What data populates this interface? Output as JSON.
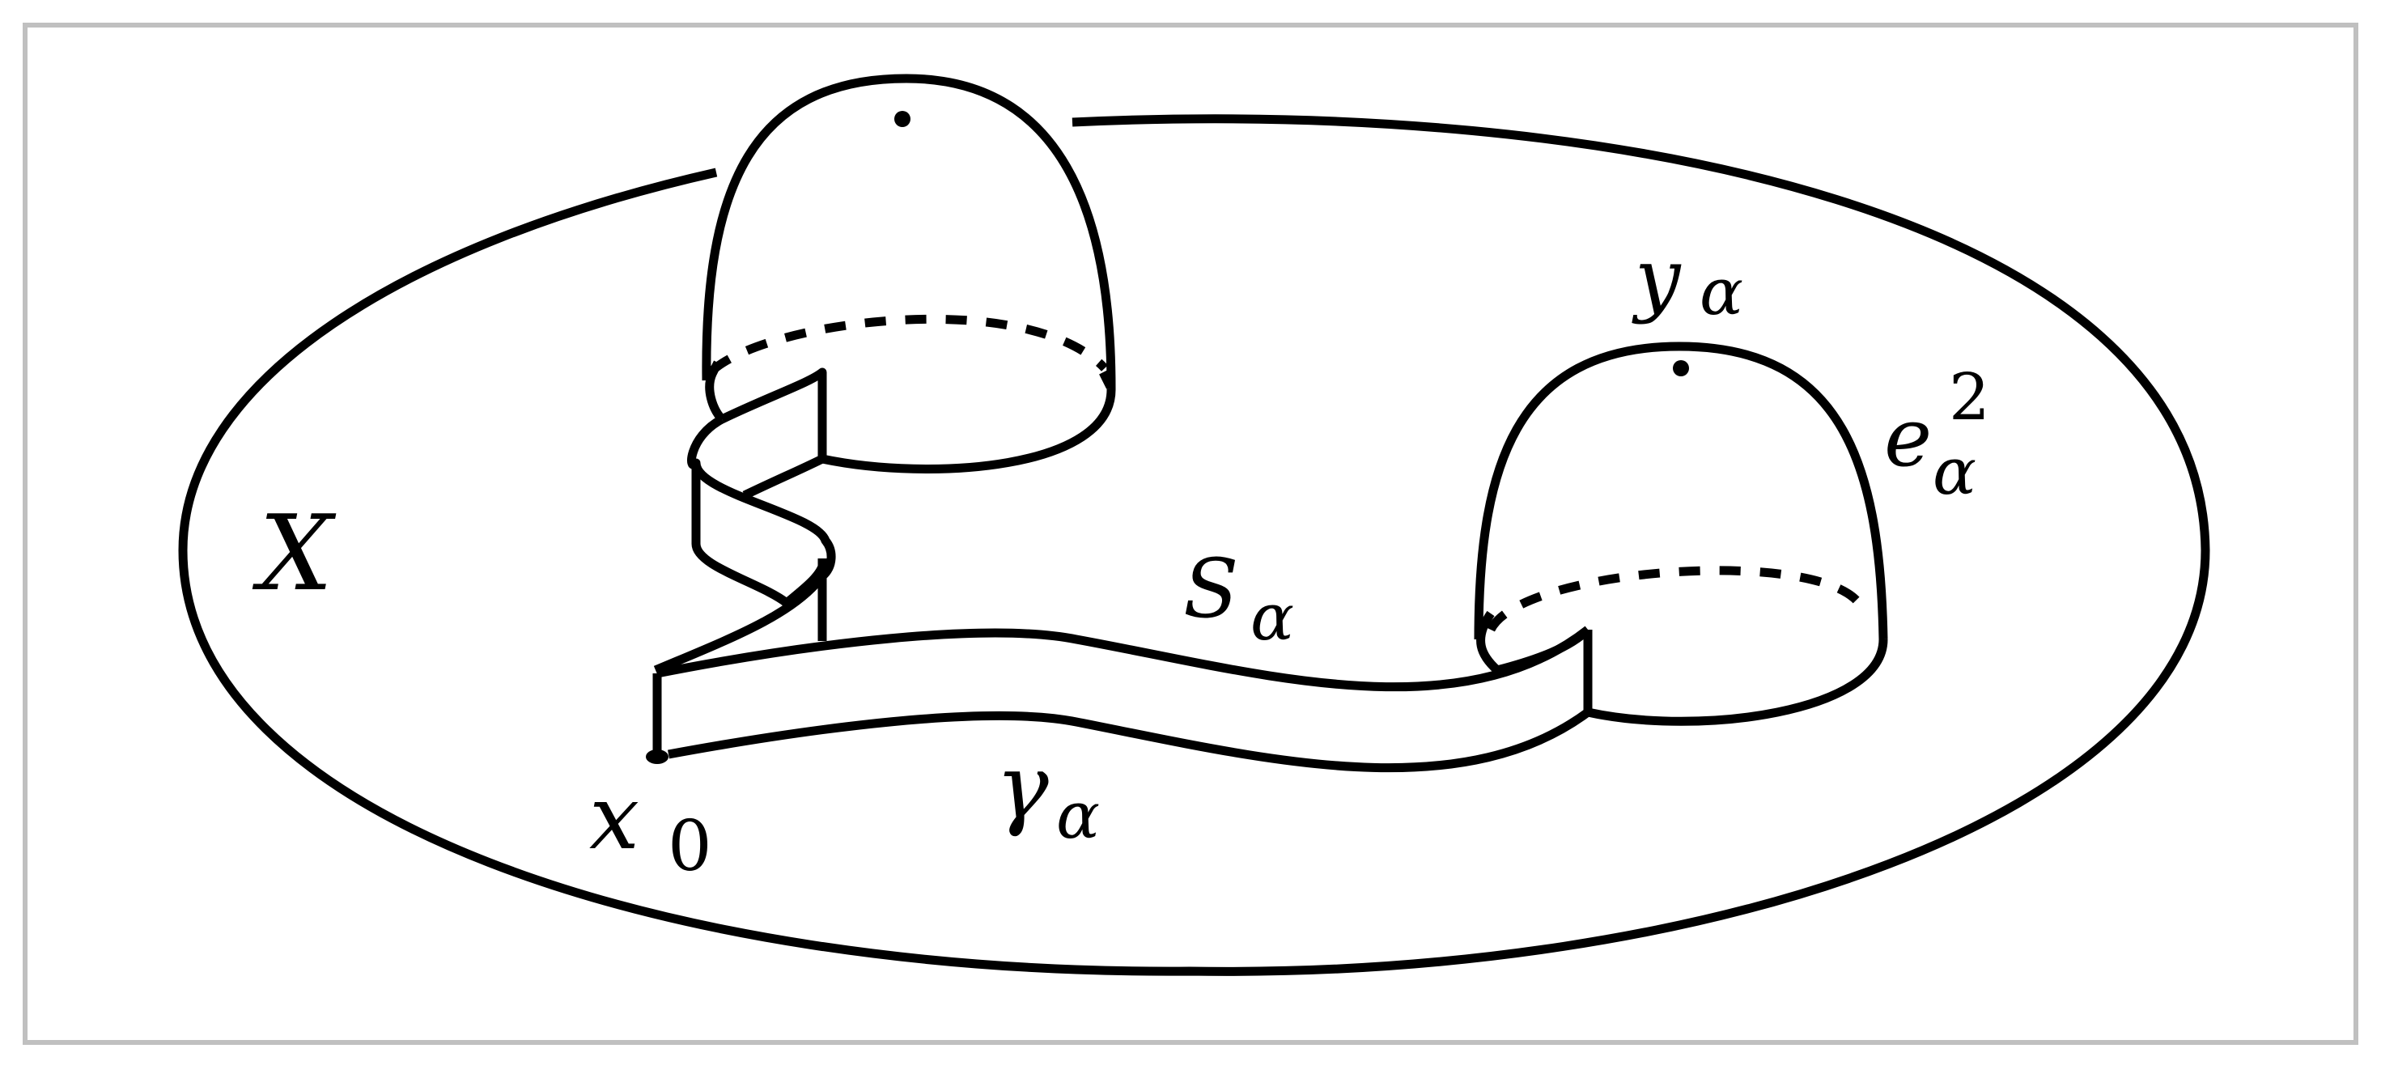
{
  "labels": {
    "space": "X",
    "basepoint": "x",
    "basepoint_sub": "0",
    "path": "γ",
    "path_sub": "α",
    "strip": "S",
    "strip_sub": "α",
    "center": "y",
    "center_sub": "α",
    "cell": "e",
    "cell_sub": "α",
    "cell_sup": "2"
  },
  "colors": {
    "stroke": "#000000",
    "frame": "#c0c0c0",
    "background": "#ffffff"
  }
}
